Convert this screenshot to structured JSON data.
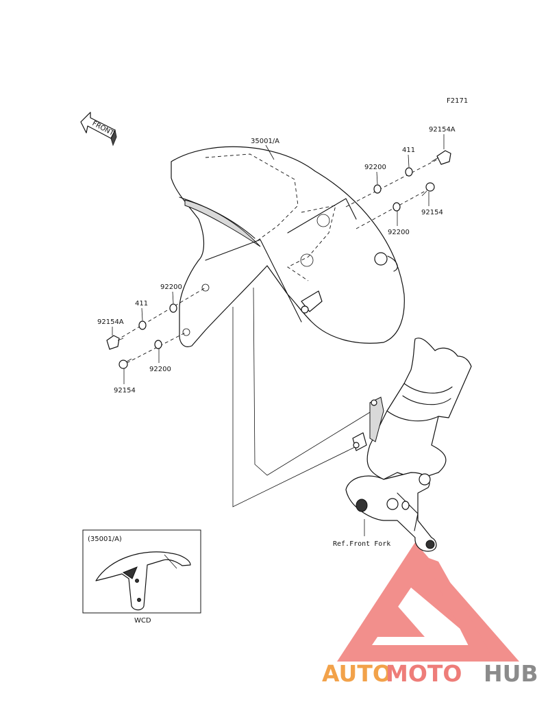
{
  "figure_code": "F2171",
  "front_label": "FRONT",
  "callouts": {
    "fender": "35001/A",
    "bolt_a_right": "92154A",
    "washer_411_right": "411",
    "washer_92200_right_top": "92200",
    "bolt_right": "92154",
    "washer_92200_right_bottom": "92200",
    "washer_92200_left_top": "92200",
    "washer_411_left": "411",
    "bolt_a_left": "92154A",
    "washer_92200_left_bottom": "92200",
    "bolt_left": "92154",
    "front_fork_ref": "Ref.Front Fork"
  },
  "inset": {
    "title": "(35001/A)",
    "caption": "WCD"
  },
  "watermark": {
    "part1": "AUTO",
    "part2": "MOTO",
    "part3": "HUB",
    "colors": {
      "orange": "#f2a24a",
      "red": "#ee7d79",
      "grey": "#8b8b8b"
    }
  }
}
